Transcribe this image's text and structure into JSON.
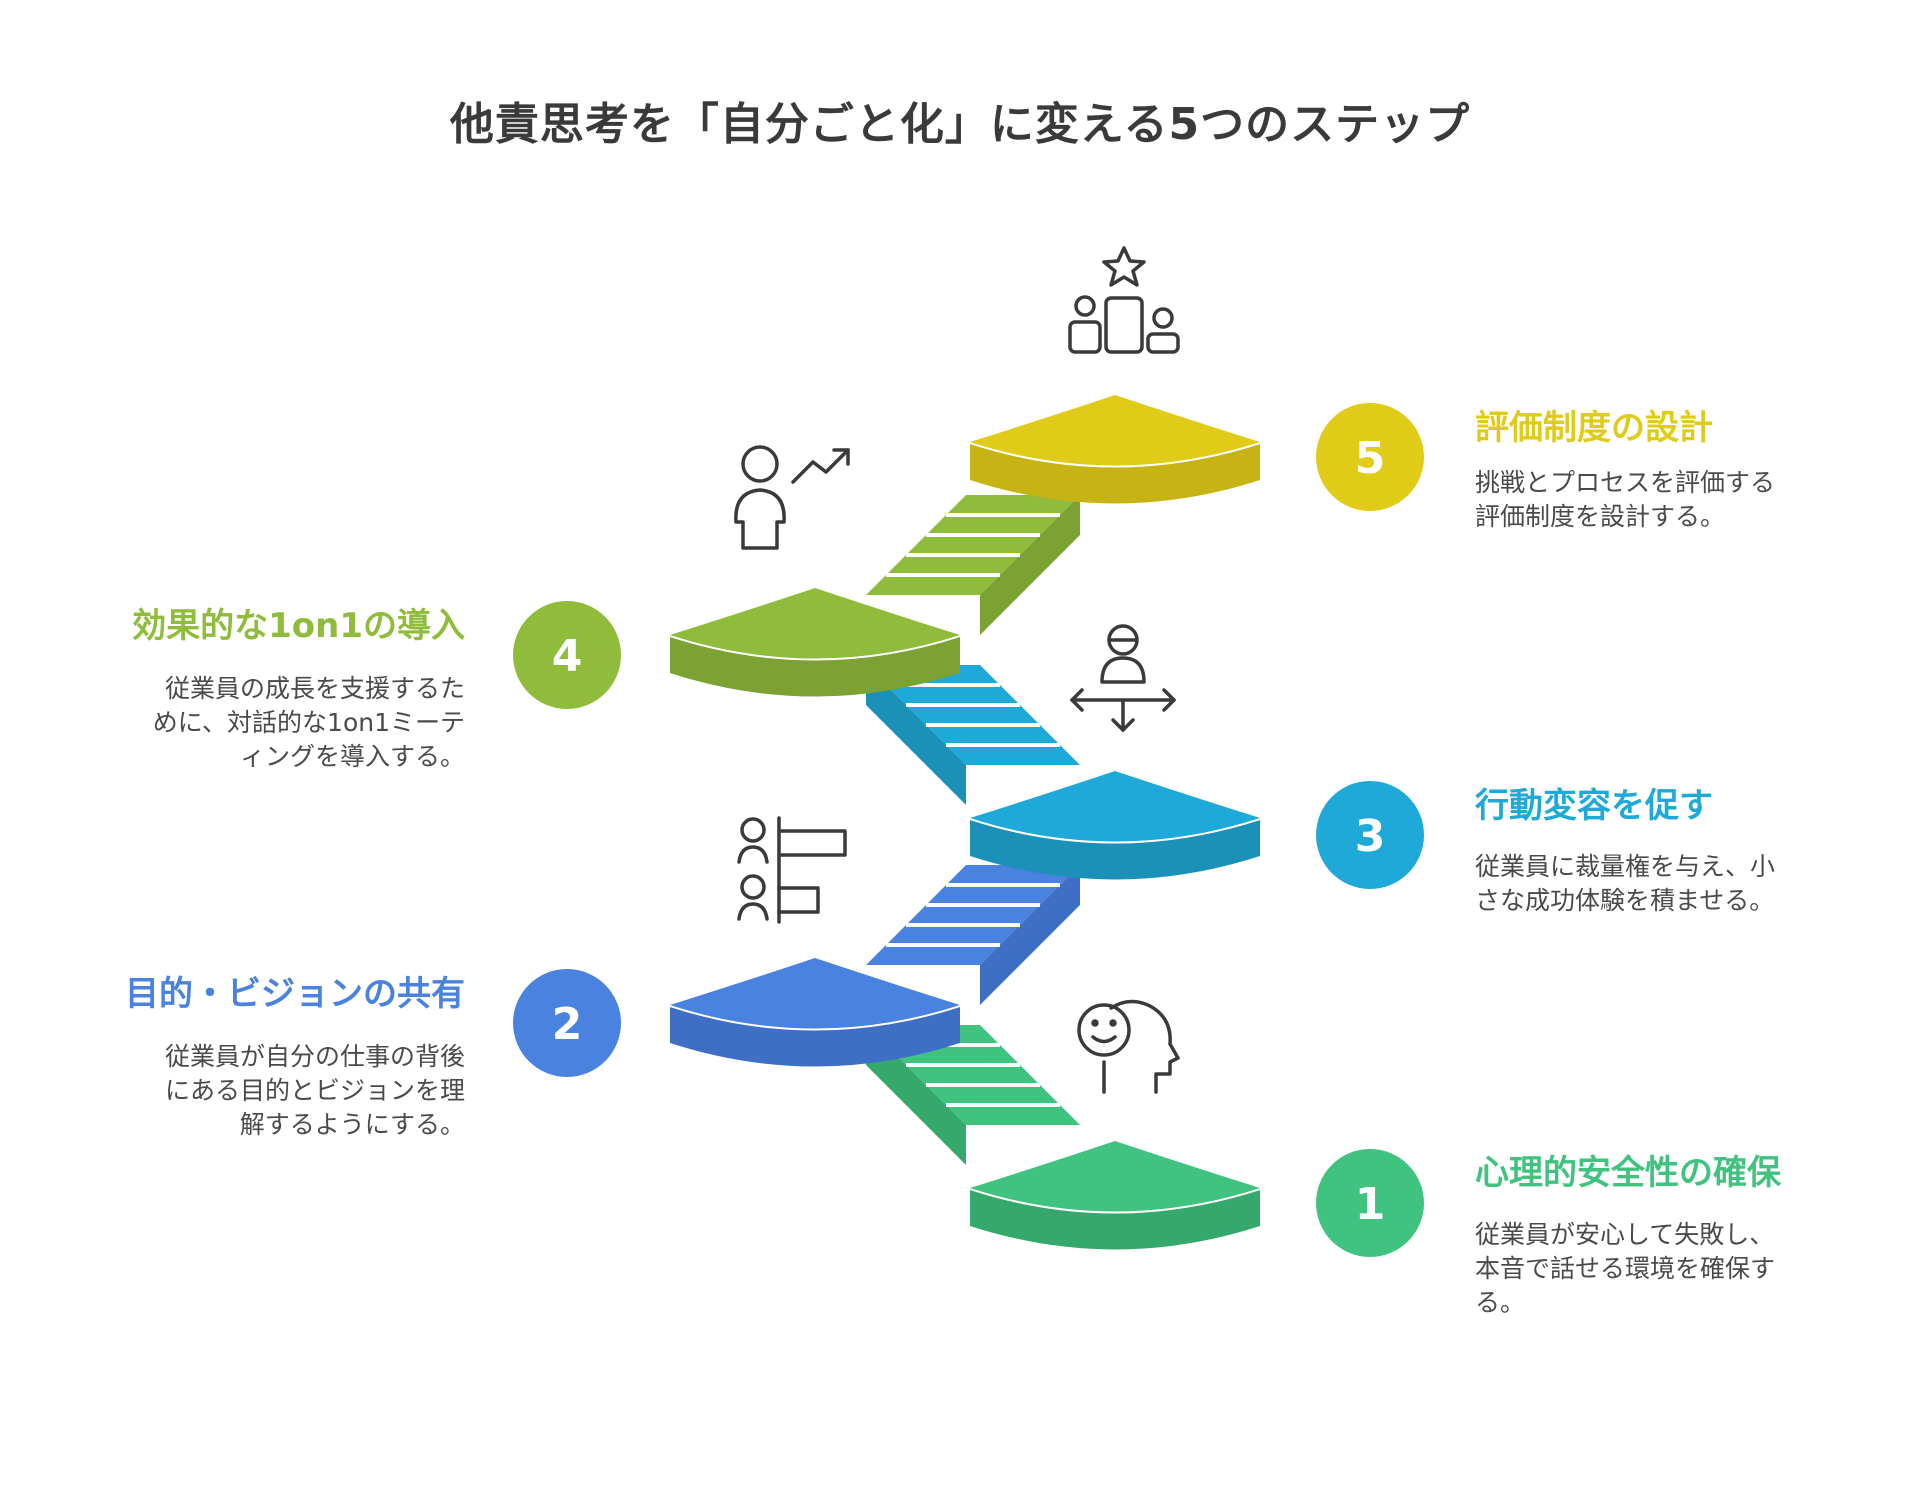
{
  "title": "他責思考を「自分ごと化」に変える5つのステップ",
  "colors": {
    "step1": "#3fc37f",
    "step2": "#4a82e0",
    "step3": "#1fa9d8",
    "step4": "#8fbc3a",
    "step5": "#dfcb18",
    "icon": "#3a3a3a",
    "text": "#4a4a4a"
  },
  "steps": [
    {
      "number": "1",
      "title": "心理的安全性の確保",
      "description": "従業員が安心して失敗し、本音で話せる環境を確保する。",
      "icon": "face-head-icon"
    },
    {
      "number": "2",
      "title": "目的・ビジョンの共有",
      "description": "従業員が自分の仕事の背後にある目的とビジョンを理解するようにする。",
      "icon": "people-ranking-icon"
    },
    {
      "number": "3",
      "title": "行動変容を促す",
      "description": "従業員に裁量権を与え、小さな成功体験を積ませる。",
      "icon": "person-directions-icon"
    },
    {
      "number": "4",
      "title": "効果的な1on1の導入",
      "description": "従業員の成長を支援するために、対話的な1on1ミーティングを導入する。",
      "icon": "person-growth-icon"
    },
    {
      "number": "5",
      "title": "評価制度の設計",
      "description": "挑戦とプロセスを評価する評価制度を設計する。",
      "icon": "podium-star-icon"
    }
  ]
}
